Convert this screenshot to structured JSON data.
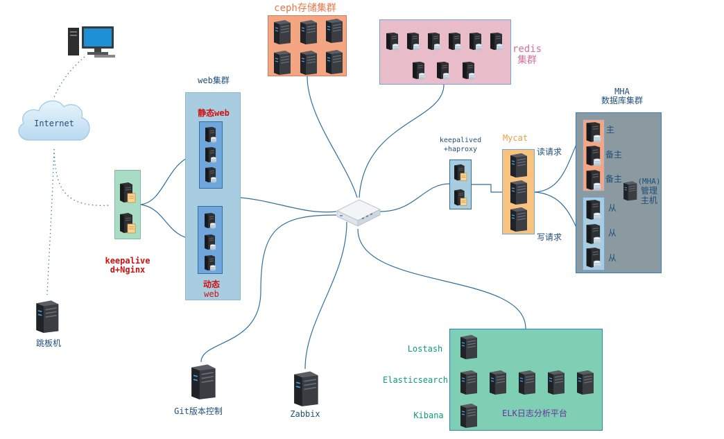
{
  "colors": {
    "wire": "#2f6e9e",
    "dotted": "#3a7fb5",
    "ceph_fill": "#f4a582",
    "redis_fill": "#e8bcc8",
    "web_fill": "#a9cde0",
    "node_fill": "#6fa6dc",
    "mha_fill": "#8a9aa0",
    "mycat_fill": "#f8c37f",
    "elk_fill": "#7ecfb4",
    "kp_fill": "#a8dcc4",
    "red_text": "#d01010",
    "teal_text": "#0d9a7a",
    "pink_text": "#d4709a",
    "orange_text": "#e8a040",
    "purple_text": "#6a2fa0",
    "blue_text": "#1f4e79"
  },
  "labels": {
    "internet": "Internet",
    "jump_host": "跳板机",
    "keepalived_nginx_1": "keepalive",
    "keepalived_nginx_2": "d+Nginx",
    "web_cluster": "web集群",
    "static_web": "静态web",
    "dynamic_web_1": "动态",
    "dynamic_web_2": "web",
    "ceph": "ceph存储集群",
    "redis_1": "redis",
    "redis_2": "集群",
    "keepalived_haproxy_1": "keepalived",
    "keepalived_haproxy_2": "+haproxy",
    "mycat": "Mycat",
    "read_request": "读请求",
    "write_request": "写请求",
    "mha_title_1": "MHA",
    "mha_title_2": "数据库集群",
    "master": "主",
    "backup_master_1": "备主",
    "backup_master_2": "备主",
    "slave_1": "从",
    "slave_2": "从",
    "slave_3": "从",
    "mha_manager_1": "(MHA)",
    "mha_manager_2": "管理",
    "mha_manager_3": "主机",
    "git": "Git版本控制",
    "zabbix": "Zabbix",
    "logstash": "Lostash",
    "elasticsearch": "Elasticsearch",
    "kibana": "Kibana",
    "elk": "ELK日志分析平台"
  }
}
